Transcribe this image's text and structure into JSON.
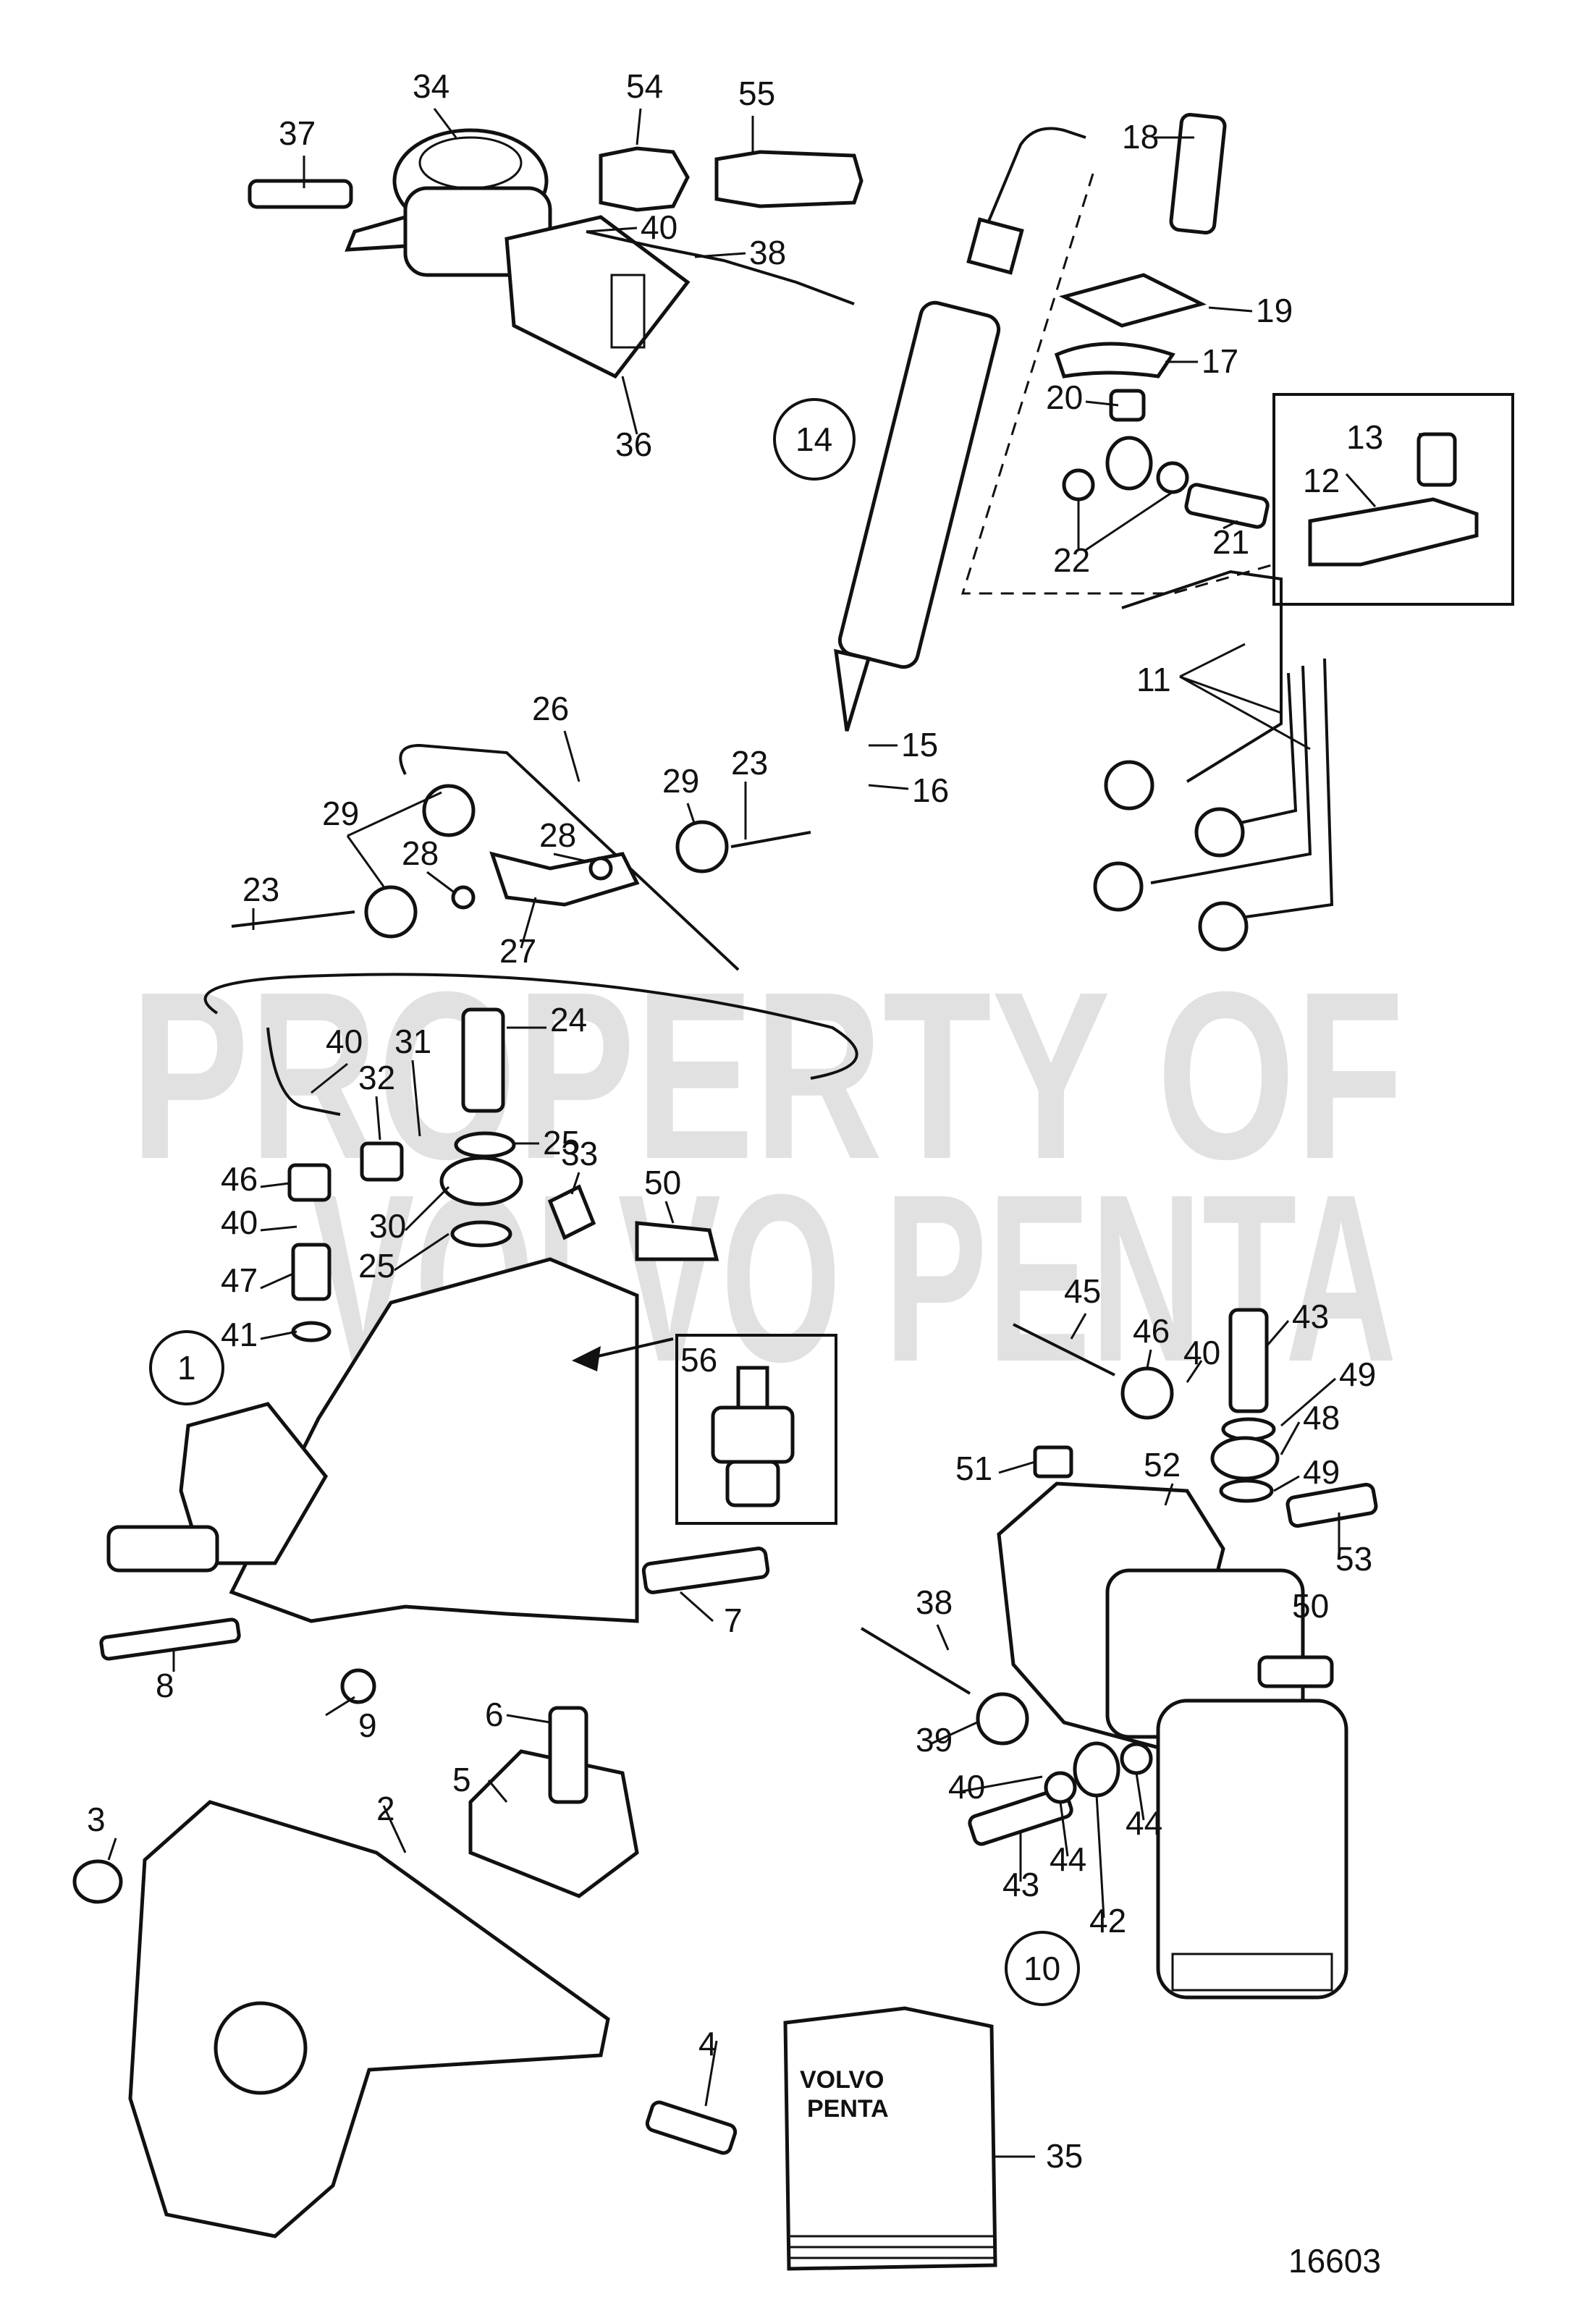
{
  "watermark": {
    "line1": "PROPERTY OF",
    "line2": "VOLVO PENTA"
  },
  "diagram_number": "16603",
  "booklet": {
    "line1": "VOLVO",
    "line2": "PENTA"
  },
  "circled_labels": [
    "1",
    "10",
    "14"
  ],
  "part_labels": [
    "2",
    "3",
    "4",
    "5",
    "6",
    "7",
    "8",
    "9",
    "11",
    "12",
    "13",
    "15",
    "16",
    "17",
    "18",
    "19",
    "20",
    "21",
    "22",
    "23",
    "24",
    "25",
    "26",
    "27",
    "28",
    "29",
    "30",
    "31",
    "32",
    "33",
    "34",
    "35",
    "36",
    "37",
    "38",
    "39",
    "40",
    "41",
    "42",
    "43",
    "44",
    "45",
    "46",
    "47",
    "48",
    "49",
    "50",
    "51",
    "52",
    "53",
    "54",
    "55",
    "56"
  ]
}
